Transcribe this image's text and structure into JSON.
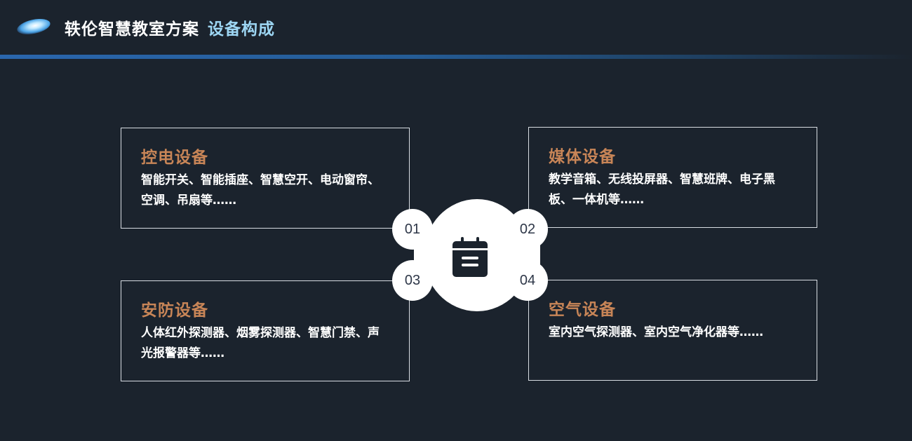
{
  "header": {
    "title": "轶伦智慧教室方案",
    "subtitle": "设备构成",
    "title_color": "#ffffff",
    "subtitle_color": "#9dd6f3",
    "accent_line_color": "#2a66ad"
  },
  "center": {
    "icon": "calendar-icon",
    "numbers": [
      "01",
      "02",
      "03",
      "04"
    ]
  },
  "cards": [
    {
      "number": "01",
      "title": "控电设备",
      "description": "智能开关、智能插座、智慧空开、电动窗帘、空调、吊扇等……"
    },
    {
      "number": "02",
      "title": "媒体设备",
      "description": "教学音箱、无线投屏器、智慧班牌、电子黑板、一体机等……"
    },
    {
      "number": "03",
      "title": "安防设备",
      "description": "人体红外探测器、烟雾探测器、智慧门禁、声光报警器等……"
    },
    {
      "number": "04",
      "title": "空气设备",
      "description": "室内空气探测器、室内空气净化器等……"
    }
  ],
  "colors": {
    "background": "#1b232d",
    "card_title": "#c88557",
    "card_text": "#ffffff",
    "card_border": "#d8dde3",
    "number_text": "#2e3748"
  }
}
